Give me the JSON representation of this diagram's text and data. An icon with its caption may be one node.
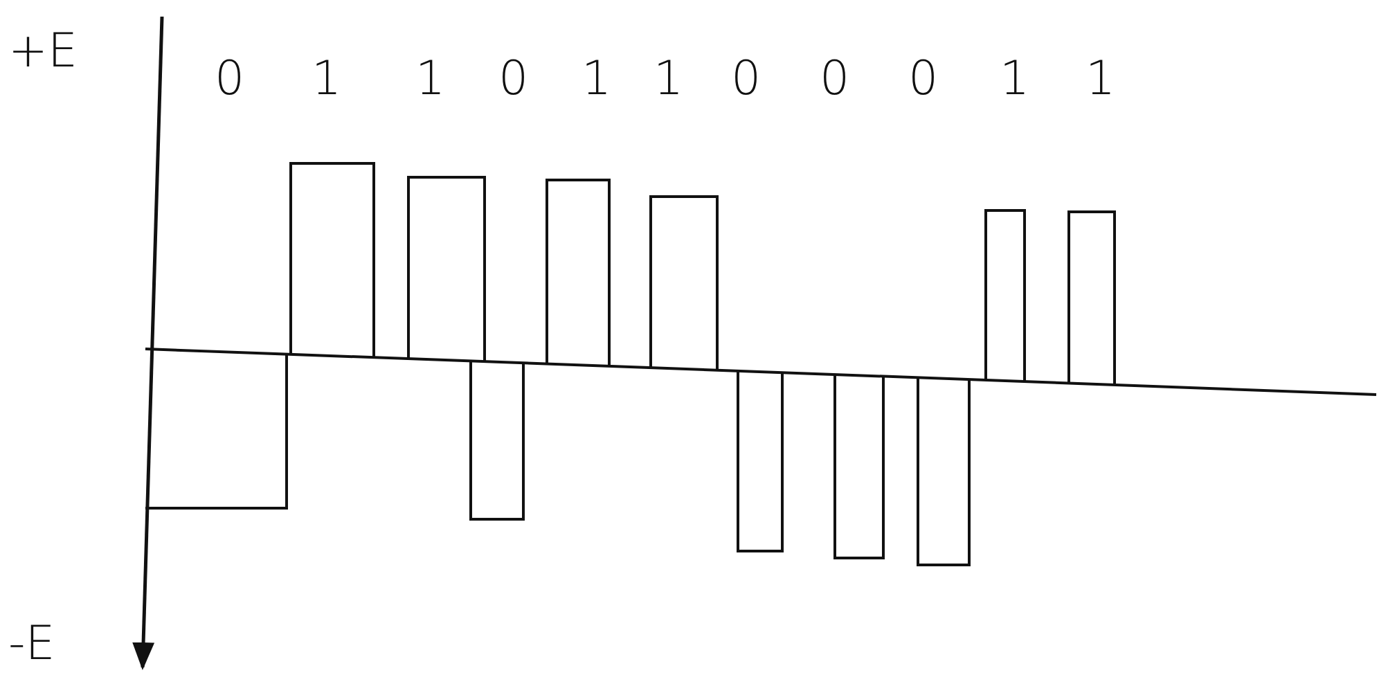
{
  "diagram": {
    "labels": [
      "+E",
      "0",
      "1",
      "1",
      "0",
      "1",
      "1",
      "0",
      "0",
      "0",
      "1",
      "1",
      "-E"
    ]
  }
}
